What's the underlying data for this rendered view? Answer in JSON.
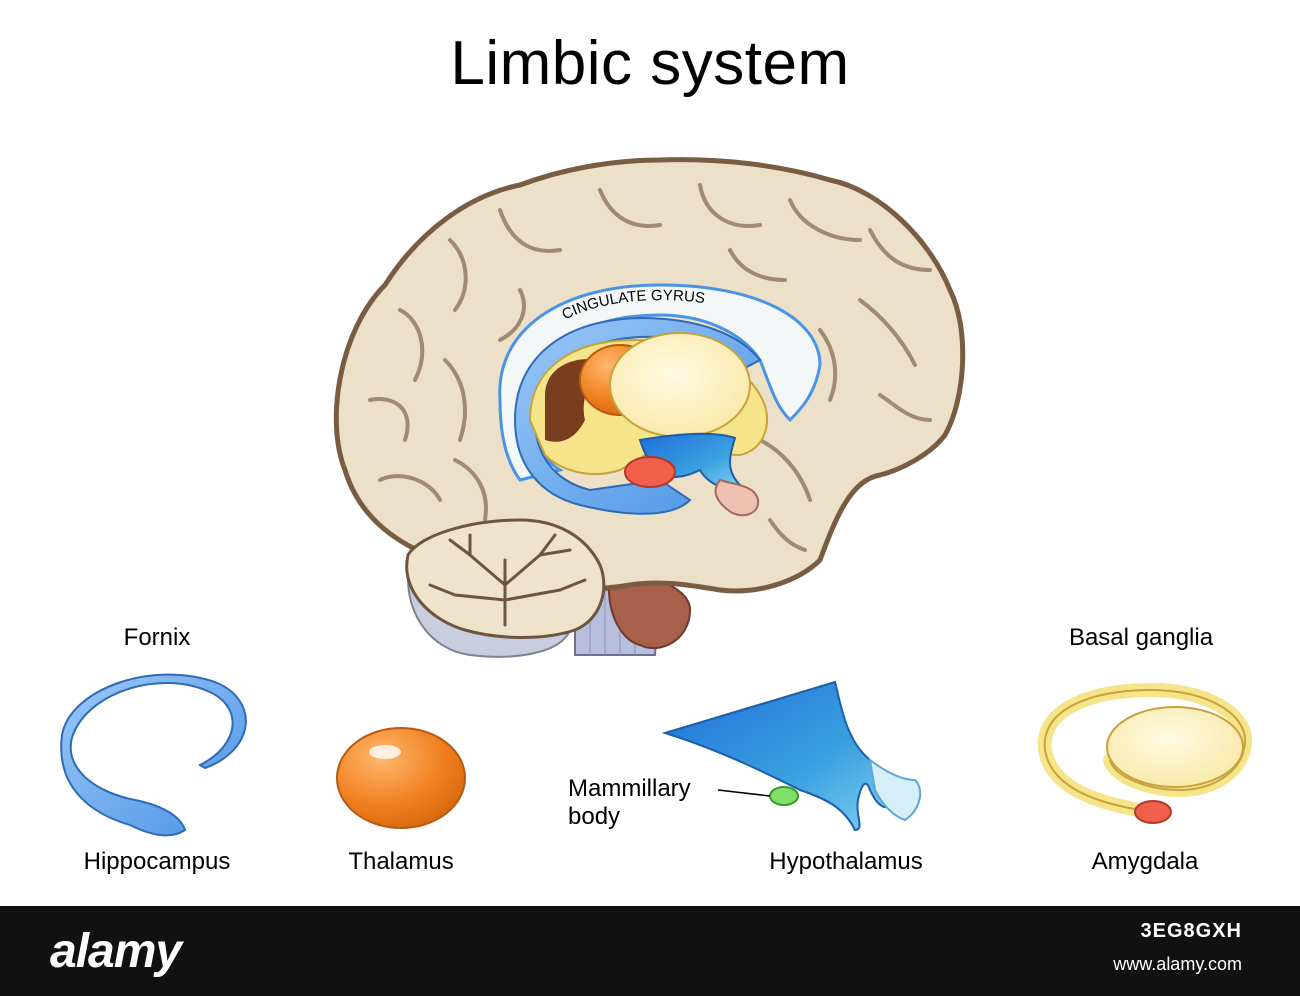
{
  "title": "Limbic system",
  "brain_label": "CINGULATE GYRUS",
  "labels": {
    "fornix": "Fornix",
    "basal_ganglia": "Basal ganglia",
    "hippocampus": "Hippocampus",
    "thalamus": "Thalamus",
    "mammillary_line1": "Mammillary",
    "mammillary_line2": "body",
    "hypothalamus": "Hypothalamus",
    "amygdala": "Amygdala"
  },
  "footer": {
    "logo": "alamy",
    "image_id": "3EG8GXH",
    "url": "www.alamy.com"
  },
  "colors": {
    "brain_fill": "#ede0c8",
    "brain_outline": "#7a5c43",
    "sulcus": "#a08a70",
    "cingulate": "#f4f7f8",
    "basal_ganglia": "#fbecae",
    "thalamus": "#f07f1e",
    "hippocampus": "#4a94e6",
    "hypothalamus": "#3aa0e0",
    "amygdala": "#f0604a",
    "mammillary": "#7fe06a",
    "footer_bg": "#111111"
  }
}
